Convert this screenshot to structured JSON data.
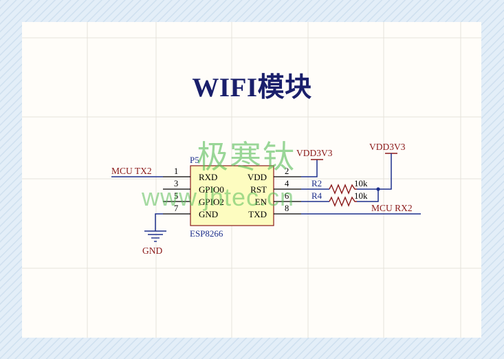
{
  "title": "WIFI模块",
  "watermark": {
    "chinese": "极寒钛",
    "url": "www.jhtec.cn"
  },
  "component": {
    "designator": "P5",
    "part": "ESP8266",
    "left_pins": [
      {
        "number": "1",
        "name": "RXD"
      },
      {
        "number": "3",
        "name": "GPIO0"
      },
      {
        "number": "5",
        "name": "GPIO2"
      },
      {
        "number": "7",
        "name": "GND"
      }
    ],
    "right_pins": [
      {
        "number": "2",
        "name": "VDD"
      },
      {
        "number": "4",
        "name": "RST"
      },
      {
        "number": "6",
        "name": "EN"
      },
      {
        "number": "8",
        "name": "TXD"
      }
    ]
  },
  "resistors": [
    {
      "designator": "R2",
      "value": "10k"
    },
    {
      "designator": "R4",
      "value": "10k"
    }
  ],
  "net_labels": {
    "mcu_tx": "MCU TX2",
    "mcu_rx": "MCU RX2",
    "vdd_1": "VDD3V3",
    "vdd_2": "VDD3V3",
    "gnd": "GND"
  },
  "colors": {
    "title": "#1a1f6b",
    "wire": "#1c2e8c",
    "power": "#8b1a1a",
    "component_fill": "#fdfcc0",
    "component_border": "#8b1a1a",
    "watermark": "#5abe5a",
    "sheet_border": "#c6dcf0"
  }
}
